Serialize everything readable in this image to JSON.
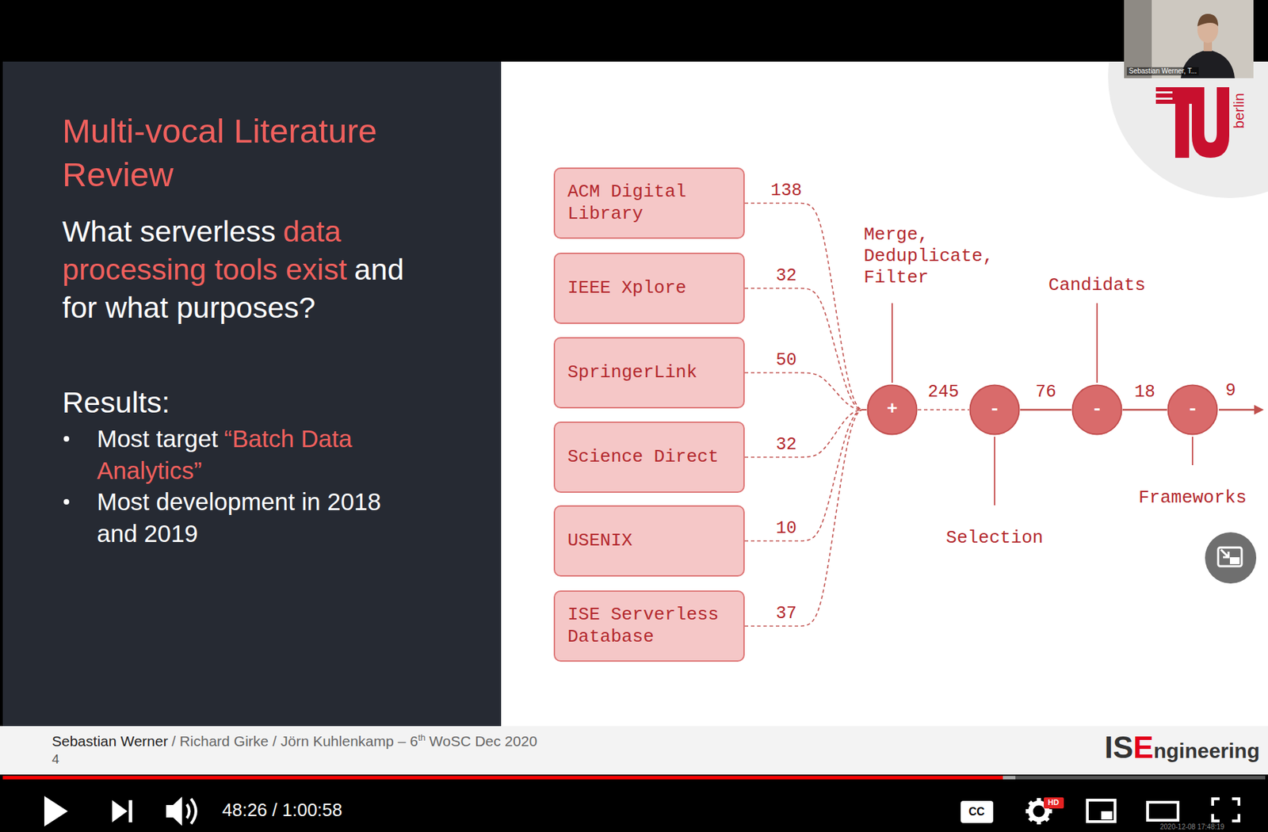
{
  "diagram": {
    "title": "Multi-vocal Literature Review",
    "nodes": [
      {
        "text": [
          "ACM Digital Library"
        ]
      },
      {
        "text": [
          "IEEE Xplore"
        ]
      },
      {
        "text": [
          "SpringerLink"
        ]
      },
      {
        "text": [
          "Science Direct"
        ]
      },
      {
        "text": [
          "USENIX"
        ]
      },
      {
        "text": [
          "ISE Serverless Database"
        ]
      },
      {
        "text": [
          "+"
        ]
      },
      {
        "text": [
          "-"
        ]
      },
      {
        "text": [
          "-"
        ]
      },
      {
        "text": [
          "-"
        ]
      }
    ],
    "edges": [
      {
        "from": 0,
        "to": 6,
        "label": "138",
        "arrow": "none"
      },
      {
        "from": 1,
        "to": 6,
        "label": "32",
        "arrow": "none"
      },
      {
        "from": 2,
        "to": 6,
        "label": "50",
        "arrow": "none"
      },
      {
        "from": 3,
        "to": 6,
        "label": "32",
        "arrow": "none"
      },
      {
        "from": 4,
        "to": 6,
        "label": "10",
        "arrow": "none"
      },
      {
        "from": 5,
        "to": 6,
        "label": "37",
        "arrow": "none"
      },
      {
        "from": 6,
        "to": 7,
        "label": "245",
        "arrow": "none"
      },
      {
        "from": 7,
        "to": 8,
        "label": "76",
        "arrow": "none"
      },
      {
        "from": 8,
        "to": 9,
        "label": "18",
        "arrow": "none"
      }
    ],
    "labels": [
      "What serverless",
      "data processing tools exist",
      "and for what purposes?",
      "Results:",
      "Most target",
      "“Batch Data Analytics”",
      "Most development in 2018 and 2019",
      "Merge, Deduplicate, Filter",
      "Candidats",
      "Selection",
      "Frameworks",
      "9",
      "Sebastian Werner",
      "/ Richard Girke / Jörn Kuhlenkamp – 6",
      "th",
      "WoSC Dec 2020",
      "4",
      "IS",
      "E",
      "ngineering",
      "berlin",
      "Sebastian Werner, T...",
      "48:26 / 1:00:58",
      "CC",
      "HD",
      "2020-12-08 17:48:19"
    ]
  }
}
